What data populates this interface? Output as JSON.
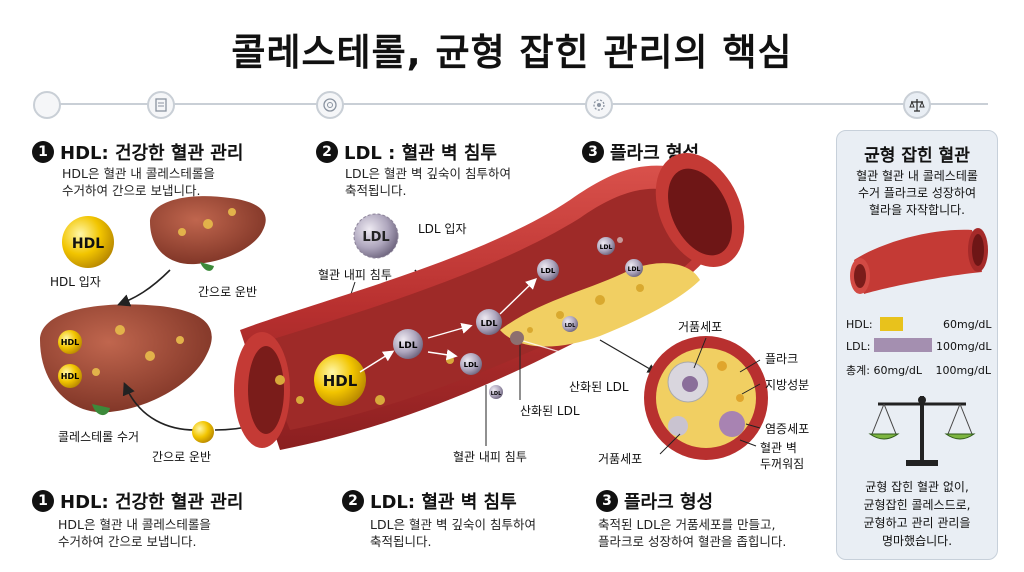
{
  "title": "콜레스테롤, 균형 잡힌 관리의 핵심",
  "steps_top": [
    {
      "num": "1",
      "heading": "HDL: 건강한 혈관 관리",
      "desc1": "HDL은 혈관 내 콜레스테롤을",
      "desc2": "수거하여 간으로 보냅니다."
    },
    {
      "num": "2",
      "heading": "LDL : 혈관 벽 침투",
      "desc1": "LDL은 혈관 벽 깊숙이 침투하여",
      "desc2": "축적됩니다."
    },
    {
      "num": "3",
      "heading": "플라크 형성"
    }
  ],
  "steps_bottom": [
    {
      "num": "1",
      "heading": "HDL: 건강한 혈관 관리",
      "desc1": "HDL은 혈관 내 콜레스테롤을",
      "desc2": "수거하여 간으로 보냅니다."
    },
    {
      "num": "2",
      "heading": "LDL: 혈관 벽 침투",
      "desc1": "LDL은 혈관 벽 깊숙이 침투하여",
      "desc2": "축적됩니다."
    },
    {
      "num": "3",
      "heading": "플라크 형성",
      "desc1": "축적된 LDL은 거품세포를 만들고,",
      "desc2": "플라크로 성장하여 혈관을 좁힙니다."
    }
  ],
  "diagram_labels": {
    "hdl": "HDL",
    "ldl": "LDL",
    "hdl_particle": "HDL 입자",
    "to_liver_top": "간으로 운반",
    "to_liver_bottom": "간으로 운반",
    "cholesterol_collect": "콜레스테롤 수거",
    "ldl_particle": "LDL 입자",
    "endothelium_top": "혈관 내피 침투",
    "endothelium_bottom": "혈관 내피 침투",
    "oxidized_ldl_1": "산화된 LDL",
    "oxidized_ldl_2": "산화된 LDL",
    "foam_cell_top": "거품세포",
    "foam_cell_bottom": "거품세포",
    "plaque": "플라크",
    "lipid": "지방성분",
    "inflammatory_cell": "염증세포",
    "wall_thick_1": "혈관 벽",
    "wall_thick_2": "두꺼워짐"
  },
  "panel": {
    "title": "균형 잡힌 혈관",
    "desc1": "혈관 혈관 내 콜레스테롤",
    "desc2": "수거 플라크로 성장하여",
    "desc3": "혈라을 자작합니다.",
    "levels": [
      {
        "label": "HDL:",
        "value": "60mg/dL",
        "color": "#e8c21c",
        "fill": 0.4
      },
      {
        "label": "LDL:",
        "value": "100mg/dL",
        "color": "#a48fb0",
        "fill": 1.0
      }
    ],
    "total_label": "총계:",
    "total_hdl": "60mg/dL",
    "total_ldl": "100mg/dL",
    "foot1": "균형 잡힌 혈관 없이,",
    "foot2": "균형잡힌 콜레스드로,",
    "foot3": "균형하고 관리 관리을",
    "foot4": "명마했습니다."
  },
  "progress_icons": [
    "circle-icon",
    "clipboard-icon",
    "vessel-icon",
    "cell-icon",
    "balance-scale-icon"
  ],
  "colors": {
    "hdl": "#f2c500",
    "ldl": "#a9a1b8",
    "vessel": "#b8302f",
    "plaque": "#f1cf62"
  }
}
